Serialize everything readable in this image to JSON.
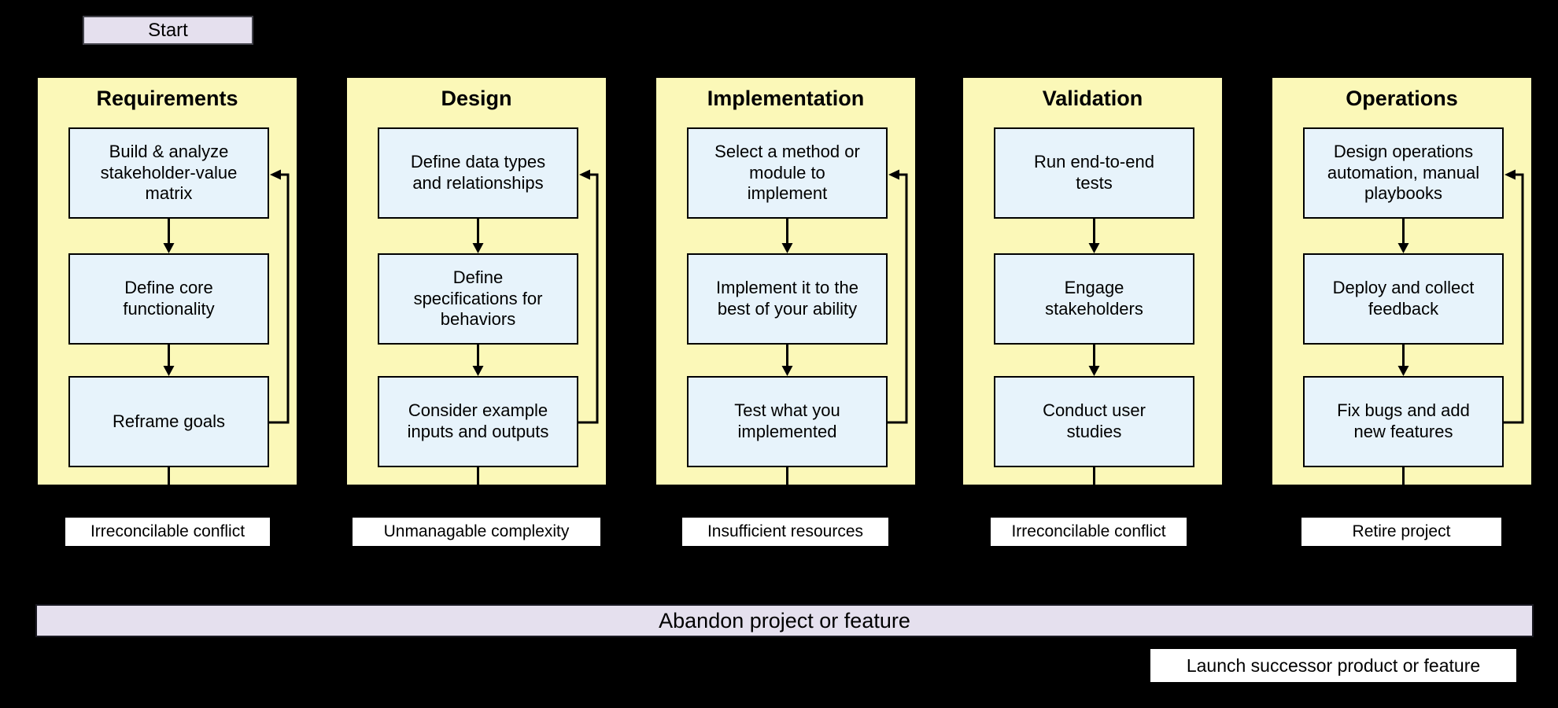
{
  "start": {
    "label": "Start"
  },
  "columns": [
    {
      "title": "Requirements",
      "steps": [
        "Build & analyze\nstakeholder-value\nmatrix",
        "Define core\nfunctionality",
        "Reframe goals"
      ],
      "exit_label": "Irreconcilable conflict",
      "has_feedback_loop": true
    },
    {
      "title": "Design",
      "steps": [
        "Define data types\nand relationships",
        "Define\nspecifications for\nbehaviors",
        "Consider example\ninputs and outputs"
      ],
      "exit_label": "Unmanagable complexity",
      "has_feedback_loop": true
    },
    {
      "title": "Implementation",
      "steps": [
        "Select a method or\nmodule to\nimplement",
        "Implement it to the\nbest of your ability",
        "Test what you\nimplemented"
      ],
      "exit_label": "Insufficient resources",
      "has_feedback_loop": true
    },
    {
      "title": "Validation",
      "steps": [
        "Run end-to-end\ntests",
        "Engage\nstakeholders",
        "Conduct user\nstudies"
      ],
      "exit_label": "Irreconcilable conflict",
      "has_feedback_loop": false
    },
    {
      "title": "Operations",
      "steps": [
        "Design operations\nautomation, manual\nplaybooks",
        "Deploy and collect\nfeedback",
        "Fix bugs and add\nnew features"
      ],
      "exit_label": "Retire project",
      "has_feedback_loop": true
    }
  ],
  "footer": {
    "abandon_label": "Abandon project or feature",
    "launch_label": "Launch successor product or feature"
  },
  "colors": {
    "background": "#000000",
    "stage_fill": "#fbf8b8",
    "step_fill": "#e7f3fb",
    "terminal_fill": "#e5e0ee",
    "label_fill": "#ffffff",
    "line": "#000000"
  }
}
